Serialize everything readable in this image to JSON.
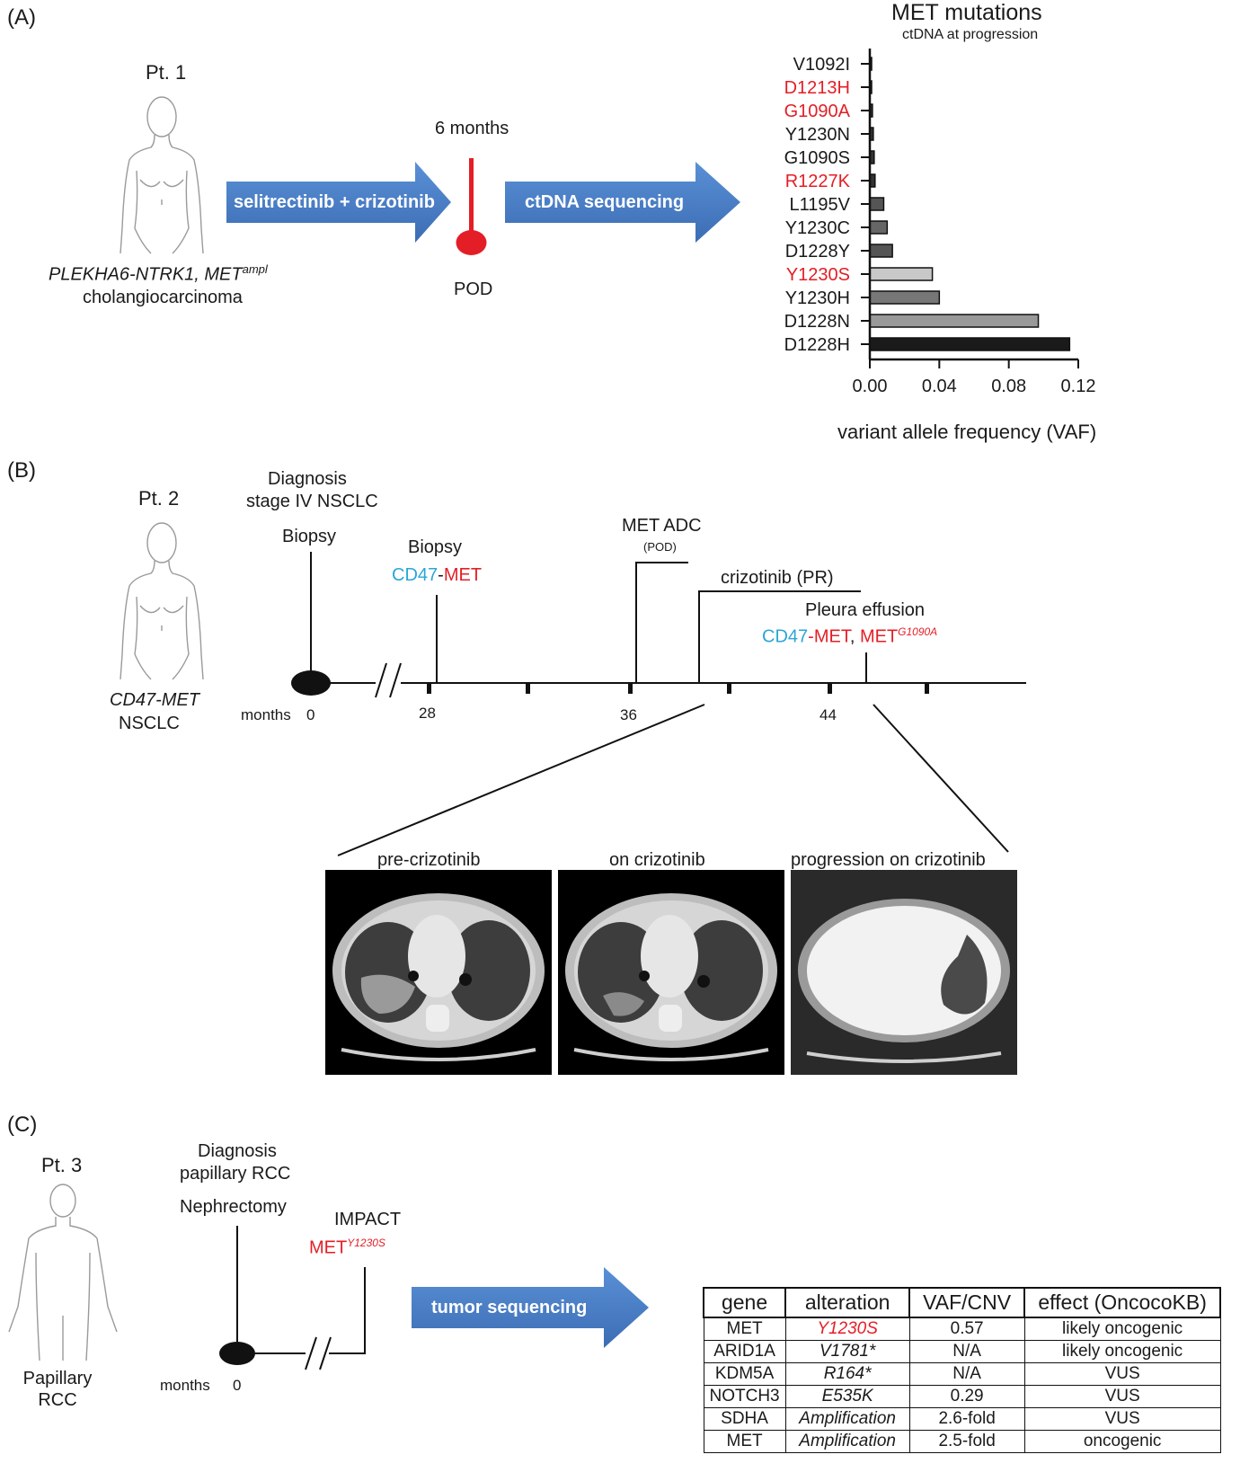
{
  "panelA": {
    "label": "(A)",
    "patient": "Pt. 1",
    "fusion": "PLEKHA6-NTRK1, MET",
    "fusion_sup": "ampl",
    "diagnosis": "cholangiocarcinoma",
    "arrow1": "selitrectinib + crizotinib",
    "timepoint": "6 months",
    "pod": "POD",
    "arrow2": "ctDNA sequencing"
  },
  "chart_data": {
    "type": "bar",
    "orientation": "horizontal",
    "title": "MET mutations",
    "subtitle": "ctDNA at progression",
    "xlabel": "variant allele frequency (VAF)",
    "xlim": [
      0,
      0.12
    ],
    "xticks": [
      "0.00",
      "0.04",
      "0.08",
      "0.12"
    ],
    "categories": [
      "V1092I",
      "D1213H",
      "G1090A",
      "Y1230N",
      "G1090S",
      "R1227K",
      "L1195V",
      "Y1230C",
      "D1228Y",
      "Y1230S",
      "Y1230H",
      "D1228N",
      "D1228H"
    ],
    "values": [
      0.0003,
      0.0004,
      0.0015,
      0.002,
      0.0025,
      0.003,
      0.008,
      0.01,
      0.013,
      0.036,
      0.04,
      0.097,
      0.115
    ],
    "highlighted": [
      "D1213H",
      "G1090A",
      "R1227K",
      "Y1230S"
    ],
    "colors": {
      "label_default": "#1a1a1a",
      "label_highlight": "#e41e26",
      "bars": [
        "#333333",
        "#333333",
        "#333333",
        "#333333",
        "#333333",
        "#333333",
        "#555555",
        "#666666",
        "#555555",
        "#c8c8c8",
        "#777777",
        "#999999",
        "#1a1a1a"
      ]
    }
  },
  "panelB": {
    "label": "(B)",
    "patient": "Pt. 2",
    "fusion": "CD47-MET",
    "diagnosis_short": "NSCLC",
    "dx_line1": "Diagnosis",
    "dx_line2": "stage IV NSCLC",
    "biopsy1": "Biopsy",
    "biopsy2": "Biopsy",
    "cd47": "CD47",
    "dash": "-",
    "met": "MET",
    "met_adc": "MET ADC",
    "met_adc_pod": "(POD)",
    "crizotinib": "crizotinib (PR)",
    "pleura": "Pleura effusion",
    "comma": ", ",
    "met_g1090a_sup": "G1090A",
    "months_label": "months",
    "ticks": [
      "0",
      "28",
      "36",
      "44"
    ],
    "ct_captions": [
      "pre-crizotinib",
      "on crizotinib",
      "progression on crizotinib"
    ]
  },
  "panelC": {
    "label": "(C)",
    "patient": "Pt. 3",
    "diagnosis": "Papillary RCC",
    "dx_line1": "Diagnosis",
    "dx_line2": "papillary RCC",
    "nephrectomy": "Nephrectomy",
    "impact": "IMPACT",
    "met": "MET",
    "met_sup": "Y1230S",
    "months_label": "months",
    "tick0": "0",
    "arrow": "tumor sequencing",
    "table_headers": [
      "gene",
      "alteration",
      "VAF/CNV",
      "effect (OncocoKB)"
    ],
    "table_rows": [
      {
        "gene": "MET",
        "alteration": "Y1230S",
        "vaf": "0.57",
        "effect": "likely oncogenic"
      },
      {
        "gene": "ARID1A",
        "alteration": "V1781*",
        "vaf": "N/A",
        "effect": "likely oncogenic"
      },
      {
        "gene": "KDM5A",
        "alteration": "R164*",
        "vaf": "N/A",
        "effect": "VUS"
      },
      {
        "gene": "NOTCH3",
        "alteration": "E535K",
        "vaf": "0.29",
        "effect": "VUS"
      },
      {
        "gene": "SDHA",
        "alteration": "Amplification",
        "vaf": "2.6-fold",
        "effect": "VUS"
      },
      {
        "gene": "MET",
        "alteration": "Amplification",
        "vaf": "2.5-fold",
        "effect": "oncogenic"
      }
    ]
  },
  "colors": {
    "arrow_blue": "#4a7fc4",
    "pod_red": "#e41e26"
  }
}
